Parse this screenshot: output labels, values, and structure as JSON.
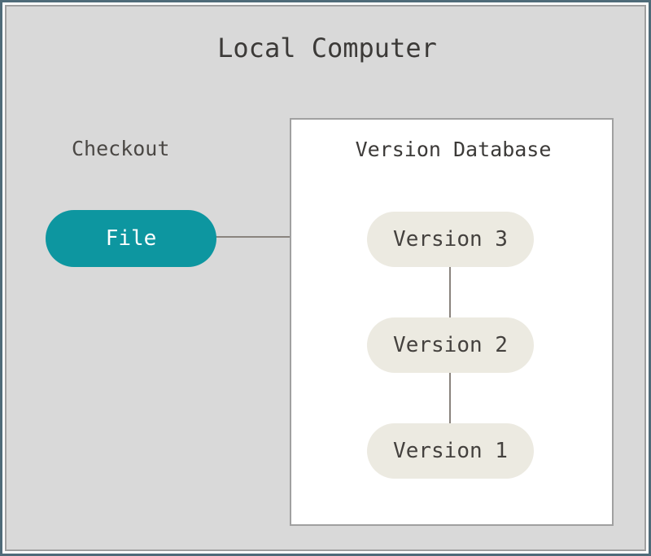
{
  "diagram": {
    "outer": {
      "title": "Local Computer"
    },
    "checkout": {
      "label": "Checkout"
    },
    "version_database": {
      "title": "Version Database"
    },
    "nodes": {
      "file": {
        "label": "File"
      },
      "version3": {
        "label": "Version 3"
      },
      "version2": {
        "label": "Version 2"
      },
      "version1": {
        "label": "Version 1"
      }
    },
    "colors": {
      "frame_border": "#4f6b79",
      "local_computer_bg": "#d9d9d9",
      "local_computer_border": "#a0a0a0",
      "version_db_bg": "#ffffff",
      "version_db_border": "#a0a0a0",
      "file_node_bg": "#0d96a0",
      "file_node_text": "#ffffff",
      "version_node_bg": "#eceae1",
      "version_node_text": "#44413e",
      "connector": "#8a847e",
      "title_text": "#3c3a38",
      "label_text": "#4a4744"
    }
  }
}
